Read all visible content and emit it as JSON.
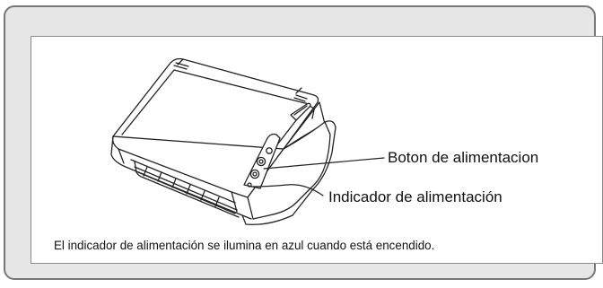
{
  "callouts": {
    "power_button": "Boton de alimentacion",
    "power_indicator": "Indicador de alimentación"
  },
  "caption": "El indicador de alimentación se ilumina en azul cuando está encendido.",
  "colors": {
    "panel_background": "#e6e6e6",
    "panel_border": "#777777",
    "frame_background": "#ffffff",
    "line_art": "#222222"
  }
}
